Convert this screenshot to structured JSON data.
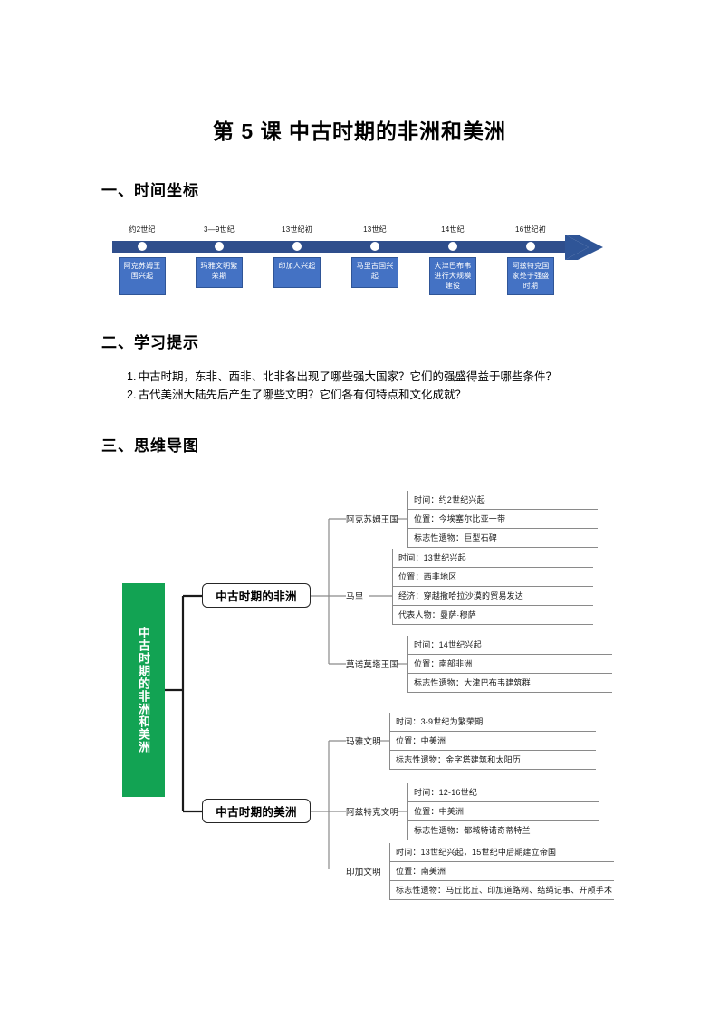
{
  "document": {
    "title": "第 5 课 中古时期的非洲和美洲"
  },
  "sections": {
    "timeline_heading": "一、时间坐标",
    "tips_heading": "二、学习提示",
    "mindmap_heading": "三、思维导图"
  },
  "timeline": {
    "bar_color": "#2F4E8C",
    "box_color": "#4472C4",
    "events": [
      {
        "date": "约2世纪",
        "text": "阿克苏姆王国兴起"
      },
      {
        "date": "3—9世纪",
        "text": "玛雅文明繁荣期"
      },
      {
        "date": "13世纪初",
        "text": "印加人兴起"
      },
      {
        "date": "13世纪",
        "text": "马里古国兴起"
      },
      {
        "date": "14世纪",
        "text": "大津巴布韦进行大规模建设"
      },
      {
        "date": "16世纪初",
        "text": "阿兹特克国家处于强盛时期"
      }
    ]
  },
  "tips": {
    "items": [
      {
        "num": "1.",
        "text": "中古时期，东非、西非、北非各出现了哪些强大国家？它们的强盛得益于哪些条件？"
      },
      {
        "num": "2.",
        "text": "古代美洲大陆先后产生了哪些文明？它们各有何特点和文化成就？"
      }
    ]
  },
  "mindmap": {
    "root": {
      "label": "中古时期的非洲和美洲",
      "color": "#12A353"
    },
    "branches": [
      {
        "label": "中古时期的非洲",
        "topics": [
          {
            "name": "阿克苏姆王国",
            "leaves": [
              "时间：约2世纪兴起",
              "位置：今埃塞尔比亚一带",
              "标志性遗物：巨型石碑"
            ]
          },
          {
            "name": "马里",
            "leaves": [
              "时间：13世纪兴起",
              "位置：西非地区",
              "经济：穿越撒哈拉沙漠的贸易发达",
              "代表人物：曼萨·穆萨"
            ]
          },
          {
            "name": "莫诺莫塔王国",
            "leaves": [
              "时间：14世纪兴起",
              "位置：南部非洲",
              "标志性遗物：大津巴布韦建筑群"
            ]
          }
        ]
      },
      {
        "label": "中古时期的美洲",
        "topics": [
          {
            "name": "玛雅文明",
            "leaves": [
              "时间：3-9世纪为繁荣期",
              "位置：中美洲",
              "标志性遗物：金字塔建筑和太阳历"
            ]
          },
          {
            "name": "阿兹特克文明",
            "leaves": [
              "时间：12-16世纪",
              "位置：中美洲",
              "标志性遗物：都城特诺奇蒂特兰"
            ]
          },
          {
            "name": "印加文明",
            "leaves": [
              "时间：13世纪兴起，15世纪中后期建立帝国",
              "位置：南美洲",
              "标志性遗物：马丘比丘、印加道路网、结绳记事、开颅手术"
            ]
          }
        ]
      }
    ]
  }
}
